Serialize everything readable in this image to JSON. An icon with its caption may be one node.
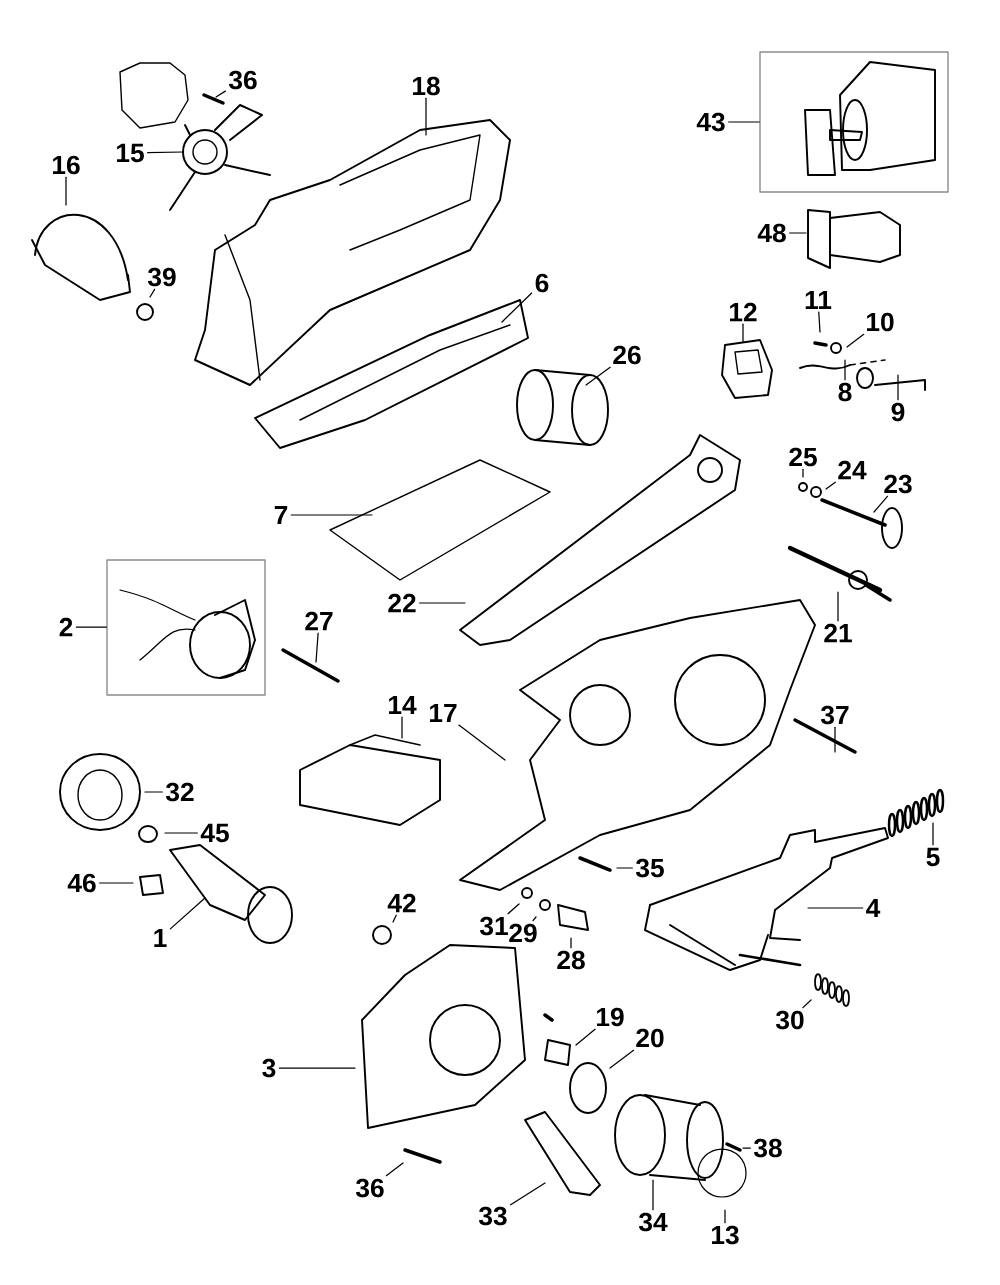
{
  "diagram": {
    "nodes": [
      {
        "text": [
          "36"
        ]
      },
      {
        "text": [
          "18"
        ]
      },
      {
        "text": [
          "43"
        ]
      },
      {
        "text": [
          "15"
        ]
      },
      {
        "text": [
          "16"
        ]
      },
      {
        "text": [
          "48"
        ]
      },
      {
        "text": [
          "39"
        ]
      },
      {
        "text": [
          "6"
        ]
      },
      {
        "text": [
          "12"
        ]
      },
      {
        "text": [
          "11"
        ]
      },
      {
        "text": [
          "10"
        ]
      },
      {
        "text": [
          "26"
        ]
      },
      {
        "text": [
          "8"
        ]
      },
      {
        "text": [
          "9"
        ]
      },
      {
        "text": [
          "25"
        ]
      },
      {
        "text": [
          "24"
        ]
      },
      {
        "text": [
          "23"
        ]
      },
      {
        "text": [
          "7"
        ]
      },
      {
        "text": [
          "21"
        ]
      },
      {
        "text": [
          "22"
        ]
      },
      {
        "text": [
          "2"
        ]
      },
      {
        "text": [
          "27"
        ]
      },
      {
        "text": [
          "14"
        ]
      },
      {
        "text": [
          "17"
        ]
      },
      {
        "text": [
          "37"
        ]
      },
      {
        "text": [
          "32"
        ]
      },
      {
        "text": [
          "45"
        ]
      },
      {
        "text": [
          "5"
        ]
      },
      {
        "text": [
          "35"
        ]
      },
      {
        "text": [
          "46"
        ]
      },
      {
        "text": [
          "4"
        ]
      },
      {
        "text": [
          "1"
        ]
      },
      {
        "text": [
          "42"
        ]
      },
      {
        "text": [
          "31"
        ]
      },
      {
        "text": [
          "29"
        ]
      },
      {
        "text": [
          "28"
        ]
      },
      {
        "text": [
          "30"
        ]
      },
      {
        "text": [
          "19"
        ]
      },
      {
        "text": [
          "20"
        ]
      },
      {
        "text": [
          "3"
        ]
      },
      {
        "text": [
          "38"
        ]
      },
      {
        "text": [
          "36"
        ]
      },
      {
        "text": [
          "33"
        ]
      },
      {
        "text": [
          "34"
        ]
      },
      {
        "text": [
          "13"
        ]
      },
      {
        "text": [],
        "shape": "box"
      },
      {
        "text": [],
        "shape": "box"
      }
    ],
    "edges": [
      {
        "from": 0,
        "to": null,
        "arrow": "none"
      },
      {
        "from": 1,
        "to": null,
        "arrow": "none"
      },
      {
        "from": 2,
        "to": 45,
        "arrow": "none"
      },
      {
        "from": 3,
        "to": null,
        "arrow": "none"
      },
      {
        "from": 4,
        "to": null,
        "arrow": "none"
      },
      {
        "from": 5,
        "to": null,
        "arrow": "none"
      },
      {
        "from": 6,
        "to": null,
        "arrow": "none"
      },
      {
        "from": 7,
        "to": null,
        "arrow": "none"
      },
      {
        "from": 8,
        "to": null,
        "arrow": "none"
      },
      {
        "from": 9,
        "to": null,
        "arrow": "none"
      },
      {
        "from": 10,
        "to": null,
        "arrow": "none"
      },
      {
        "from": 11,
        "to": null,
        "arrow": "none"
      },
      {
        "from": 12,
        "to": null,
        "arrow": "none"
      },
      {
        "from": 13,
        "to": null,
        "arrow": "none"
      },
      {
        "from": 14,
        "to": null,
        "arrow": "none"
      },
      {
        "from": 15,
        "to": null,
        "arrow": "none"
      },
      {
        "from": 16,
        "to": null,
        "arrow": "none"
      },
      {
        "from": 17,
        "to": null,
        "arrow": "none"
      },
      {
        "from": 18,
        "to": null,
        "arrow": "none"
      },
      {
        "from": 19,
        "to": null,
        "arrow": "none"
      },
      {
        "from": 20,
        "to": 46,
        "arrow": "none"
      },
      {
        "from": 21,
        "to": null,
        "arrow": "none"
      },
      {
        "from": 22,
        "to": null,
        "arrow": "none"
      },
      {
        "from": 23,
        "to": null,
        "arrow": "none"
      },
      {
        "from": 24,
        "to": null,
        "arrow": "none"
      },
      {
        "from": 25,
        "to": null,
        "arrow": "none"
      },
      {
        "from": 26,
        "to": null,
        "arrow": "none"
      },
      {
        "from": 27,
        "to": null,
        "arrow": "none"
      },
      {
        "from": 28,
        "to": null,
        "arrow": "none"
      },
      {
        "from": 29,
        "to": null,
        "arrow": "none"
      },
      {
        "from": 30,
        "to": null,
        "arrow": "none"
      },
      {
        "from": 31,
        "to": null,
        "arrow": "none"
      },
      {
        "from": 32,
        "to": null,
        "arrow": "none"
      },
      {
        "from": 33,
        "to": null,
        "arrow": "none"
      },
      {
        "from": 34,
        "to": null,
        "arrow": "none"
      },
      {
        "from": 35,
        "to": null,
        "arrow": "none"
      },
      {
        "from": 36,
        "to": null,
        "arrow": "none"
      },
      {
        "from": 37,
        "to": null,
        "arrow": "none"
      },
      {
        "from": 38,
        "to": null,
        "arrow": "none"
      },
      {
        "from": 39,
        "to": null,
        "arrow": "none"
      },
      {
        "from": 40,
        "to": null,
        "arrow": "none"
      },
      {
        "from": 41,
        "to": null,
        "arrow": "none"
      },
      {
        "from": 42,
        "to": null,
        "arrow": "none"
      },
      {
        "from": 43,
        "to": null,
        "arrow": "none"
      },
      {
        "from": 44,
        "to": null,
        "arrow": "none"
      }
    ]
  }
}
